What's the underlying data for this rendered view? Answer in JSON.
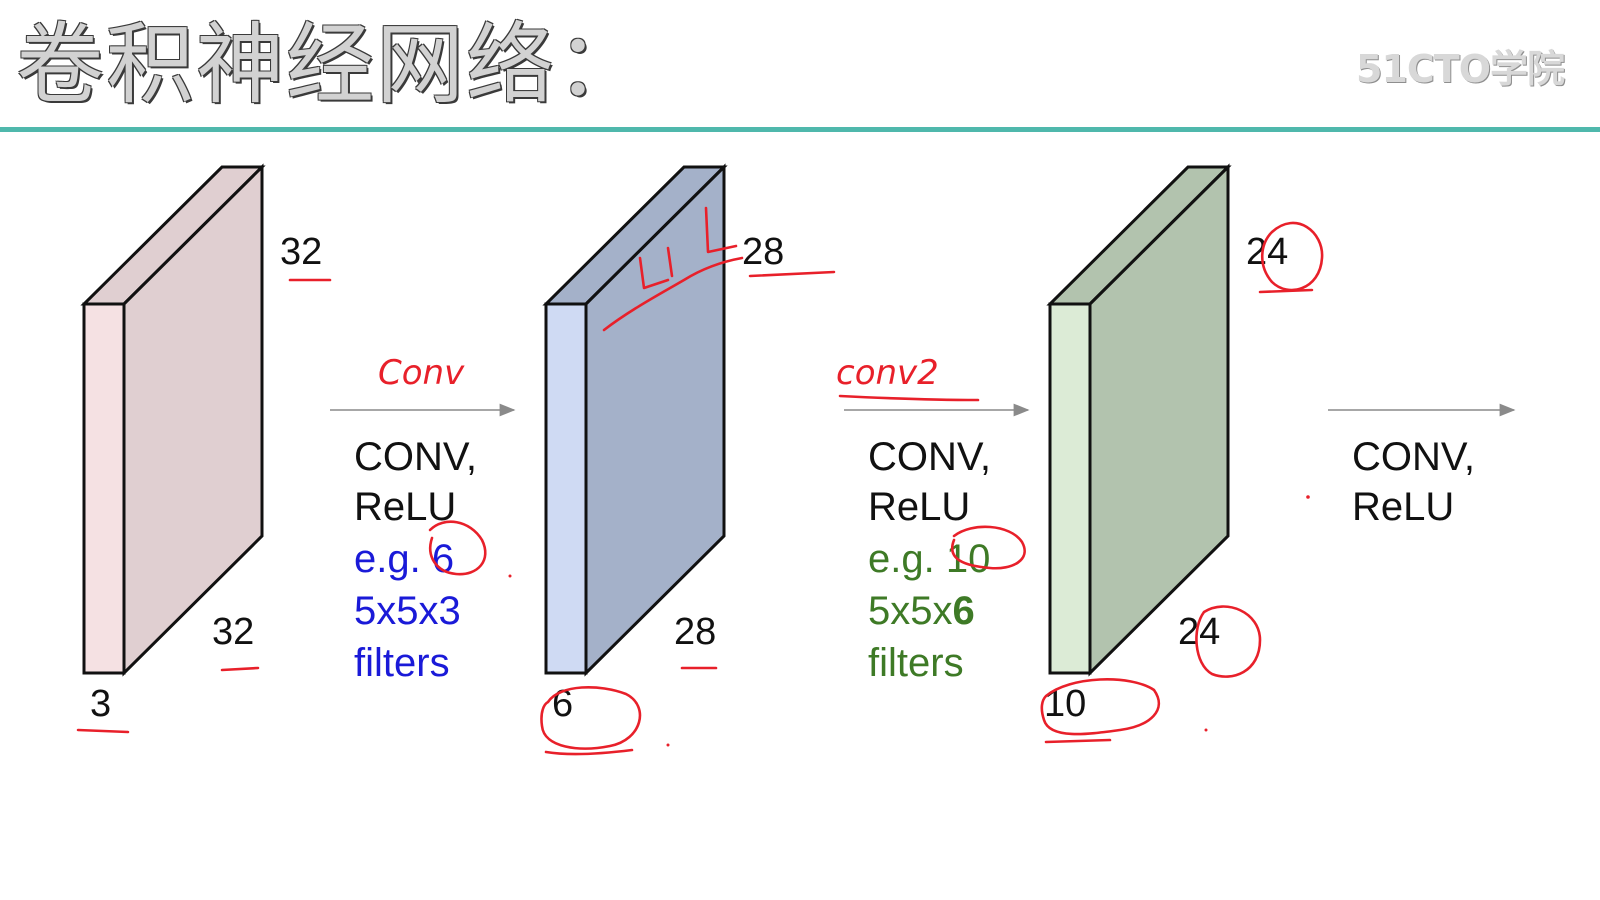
{
  "slide": {
    "title": "卷积神经网络：",
    "watermark": "51CTO学院"
  },
  "volumes": [
    {
      "depth": "3",
      "height": "32",
      "width": "32",
      "front_color": "#f5e1e3",
      "side_color": "#e0cfd1"
    },
    {
      "depth": "6",
      "height": "28",
      "width": "28",
      "front_color": "#cfdaf3",
      "side_color": "#a4b1c9"
    },
    {
      "depth": "10",
      "height": "24",
      "width": "24",
      "front_color": "#dcebd6",
      "side_color": "#b2c3ae"
    }
  ],
  "operations": [
    {
      "line1": "CONV,",
      "line2": "ReLU",
      "eg_prefix": "e.g. ",
      "num_filters": "6",
      "filter_size": "5x5x3",
      "filters_word": "filters",
      "accent_color": "#1a1ad8",
      "handwritten_note": "Conv"
    },
    {
      "line1": "CONV,",
      "line2": "ReLU",
      "eg_prefix": "e.g. ",
      "num_filters": "10",
      "filter_size_prefix": "5x5x",
      "filter_depth": "6",
      "filters_word": "filters",
      "accent_color": "#3e7a26",
      "handwritten_note": "conv2"
    },
    {
      "line1": "CONV,",
      "line2": "ReLU"
    }
  ],
  "colors": {
    "title_rule": "#4fb8ac",
    "annotation_ink": "#e8202a",
    "arrow": "#8a8a8a"
  }
}
